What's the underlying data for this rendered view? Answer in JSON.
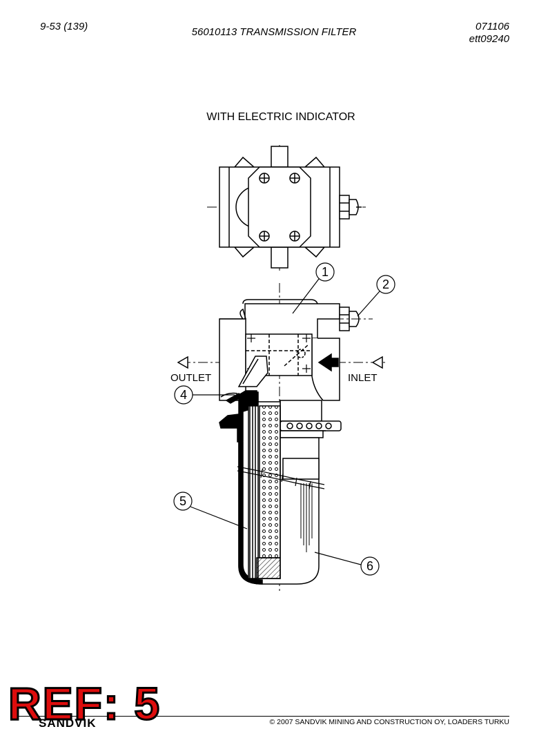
{
  "header": {
    "page_number": "9-53 (139)",
    "title": "56010113 TRANSMISSION FILTER",
    "date_code": "071106",
    "drawing_code": "ett09240"
  },
  "diagram": {
    "title": "WITH ELECTRIC INDICATOR",
    "labels": {
      "outlet": "OUTLET",
      "inlet": "INLET"
    },
    "callouts": [
      "1",
      "2",
      "4",
      "5",
      "6"
    ]
  },
  "footer": {
    "copyright": "© 2007 SANDVIK MINING AND CONSTRUCTION OY, LOADERS TURKU",
    "brand": "SANDVIK"
  },
  "stamp": {
    "text": "REF: 5",
    "color": "#dd0d0d"
  }
}
